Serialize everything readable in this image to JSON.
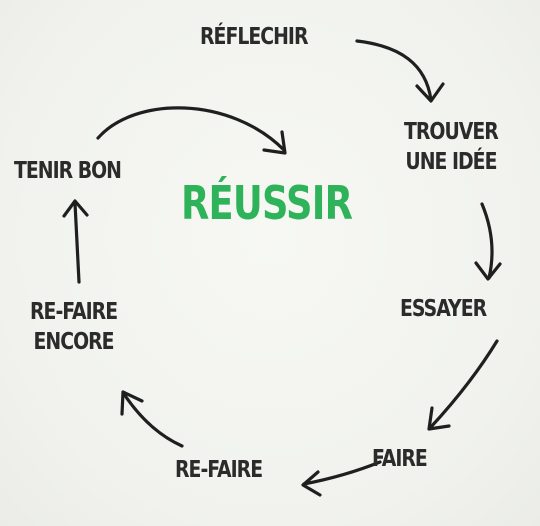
{
  "diagram": {
    "center": {
      "label": "RÉUSSIR",
      "color": "#2fb35a"
    },
    "text_color": "#2b2b2b",
    "arrow_color": "#1f1f1f",
    "steps": [
      {
        "id": "reflechir",
        "lines": [
          "RÉFLECHIR"
        ]
      },
      {
        "id": "trouver",
        "lines": [
          "TROUVER",
          "UNE IDÉE"
        ]
      },
      {
        "id": "essayer",
        "lines": [
          "ESSAYER"
        ]
      },
      {
        "id": "faire",
        "lines": [
          "FAIRE"
        ]
      },
      {
        "id": "refaire",
        "lines": [
          "RE-FAIRE"
        ]
      },
      {
        "id": "encore",
        "lines": [
          "RE-FAIRE",
          "ENCORE"
        ]
      },
      {
        "id": "tenir",
        "lines": [
          "TENIR BON"
        ]
      }
    ]
  }
}
